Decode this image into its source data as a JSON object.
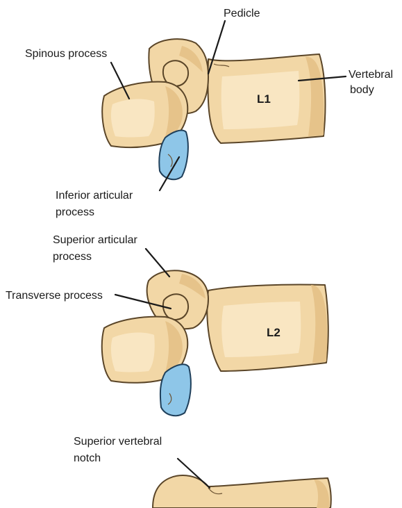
{
  "labels": {
    "pedicle": "Pedicle",
    "spinous_process": "Spinous process",
    "vertebral_body_line1": "Vertebral",
    "vertebral_body_line2": "body",
    "inferior_articular_line1": "Inferior articular",
    "inferior_articular_line2": "process",
    "superior_articular_line1": "Superior articular",
    "superior_articular_line2": "process",
    "transverse_process": "Transverse process",
    "superior_notch_line1": "Superior vertebral",
    "superior_notch_line2": "notch"
  },
  "vertebrae": {
    "l1": "L1",
    "l2": "L2"
  },
  "colors": {
    "bone": "#f2d7a6",
    "bone_outline": "#5a4528",
    "articular_facet": "#8ec6e8",
    "text": "#1a1a1a"
  }
}
